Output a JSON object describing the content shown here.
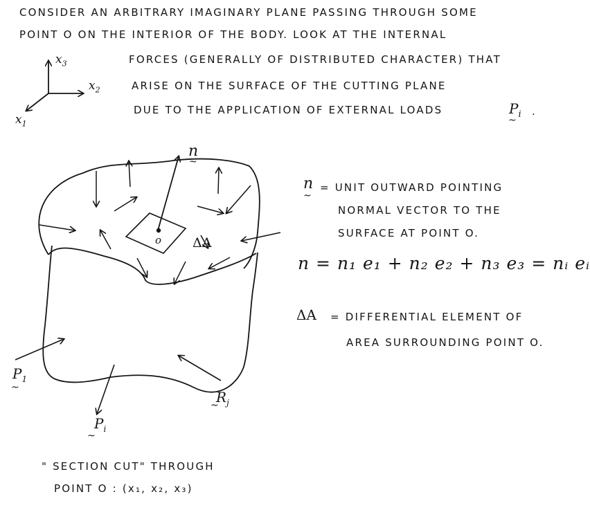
{
  "intro": {
    "line1": "CONSIDER AN ARBITRARY IMAGINARY PLANE PASSING THROUGH SOME",
    "line2": "POINT O ON THE INTERIOR OF THE BODY. LOOK AT THE INTERNAL",
    "line3": "FORCES (GENERALLY OF DISTRIBUTED CHARACTER) THAT",
    "line4": "ARISE ON THE SURFACE OF THE CUTTING PLANE",
    "line5": "DUE TO THE APPLICATION OF EXTERNAL LOADS",
    "loads_symbol": "P",
    "loads_subscript": "i",
    "loads_end": "."
  },
  "axes": {
    "x1": "x",
    "x1_sub": "1",
    "x2": "x",
    "x2_sub": "2",
    "x3": "x",
    "x3_sub": "3"
  },
  "diagram": {
    "normal": "n",
    "point": "o",
    "area": "ΔA",
    "load_p1": "P",
    "load_p1_sub": "1",
    "load_pi": "P",
    "load_pi_sub": "i",
    "load_rj": "R",
    "load_rj_sub": "j"
  },
  "definitions": {
    "n_symbol": "n",
    "n_line1": "= UNIT OUTWARD POINTING",
    "n_line2": "NORMAL VECTOR TO THE",
    "n_line3": "SURFACE AT POINT O.",
    "equation": "n = n₁ e₁ + n₂ e₂ + n₃ e₃ = nᵢ eᵢ",
    "dA_symbol": "ΔA",
    "dA_line1": "= DIFFERENTIAL ELEMENT OF",
    "dA_line2": "AREA SURROUNDING POINT O."
  },
  "caption": {
    "line1": "\" SECTION CUT\" THROUGH",
    "line2": "POINT O : (x₁, x₂, x₃)"
  }
}
